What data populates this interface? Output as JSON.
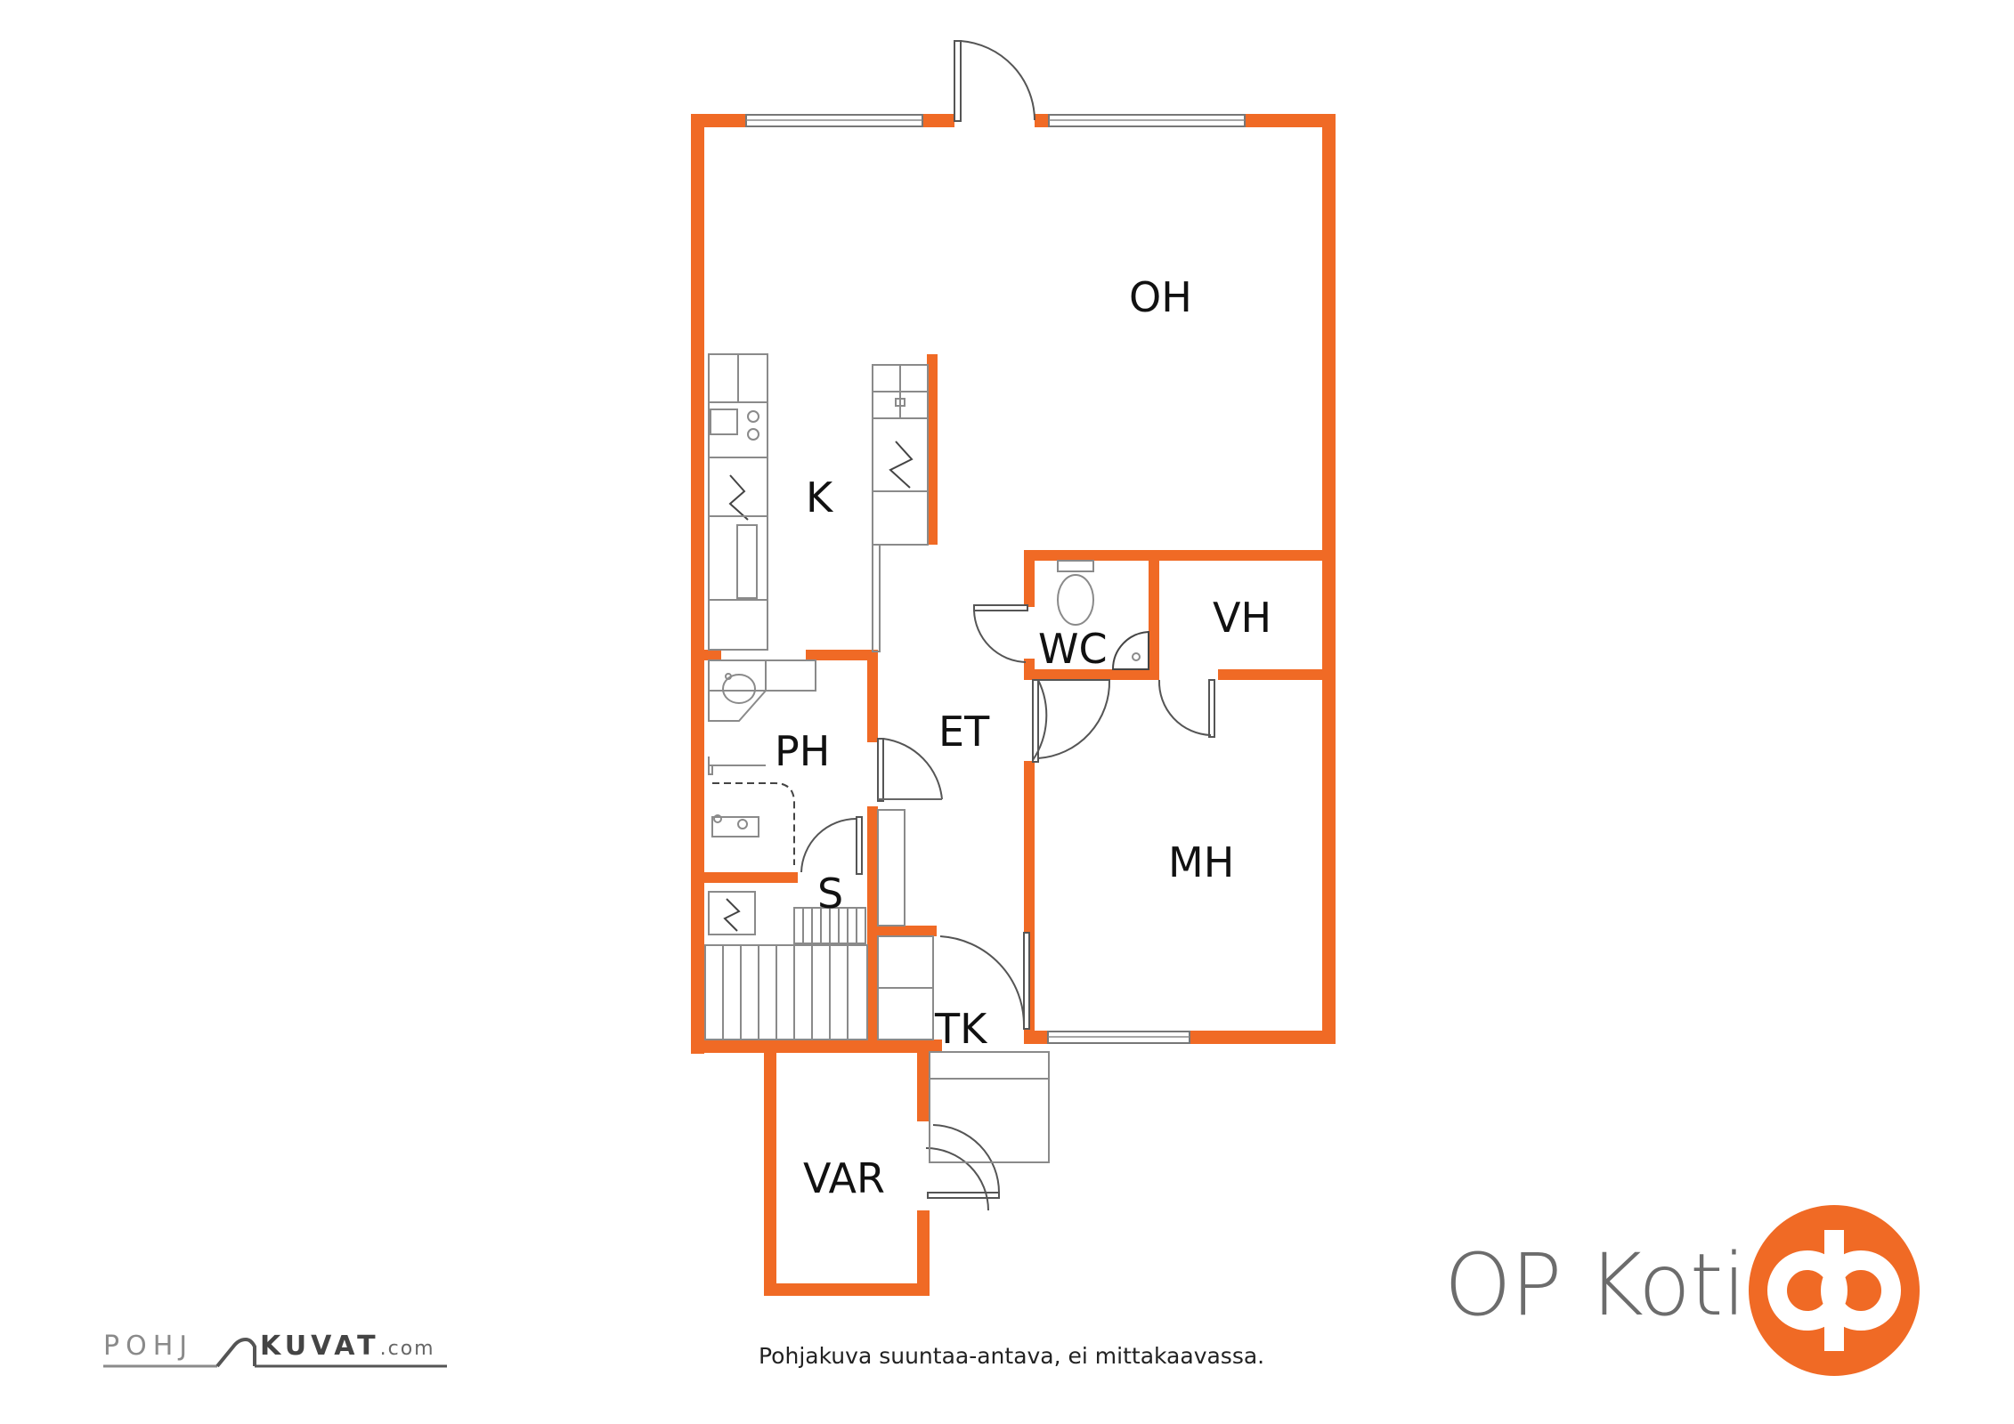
{
  "colors": {
    "wall": "#F06A25",
    "brand_grey": "#6C6C6C",
    "logo_orange": "#F06A25"
  },
  "rooms": {
    "oh": "OH",
    "k": "K",
    "wc": "WC",
    "vh": "VH",
    "et": "ET",
    "ph": "PH",
    "mh": "MH",
    "s": "S",
    "tk": "TK",
    "var": "VAR"
  },
  "footer": {
    "disclaimer": "Pohjakuva suuntaa-antava, ei mittakaavassa.",
    "brand": "OP Koti",
    "pohjakuvat_left": "POHJ",
    "pohjakuvat_right": "KUVAT",
    "pohjakuvat_suffix": ".com"
  },
  "icons": {
    "brand_logo": "op-logo-icon"
  }
}
